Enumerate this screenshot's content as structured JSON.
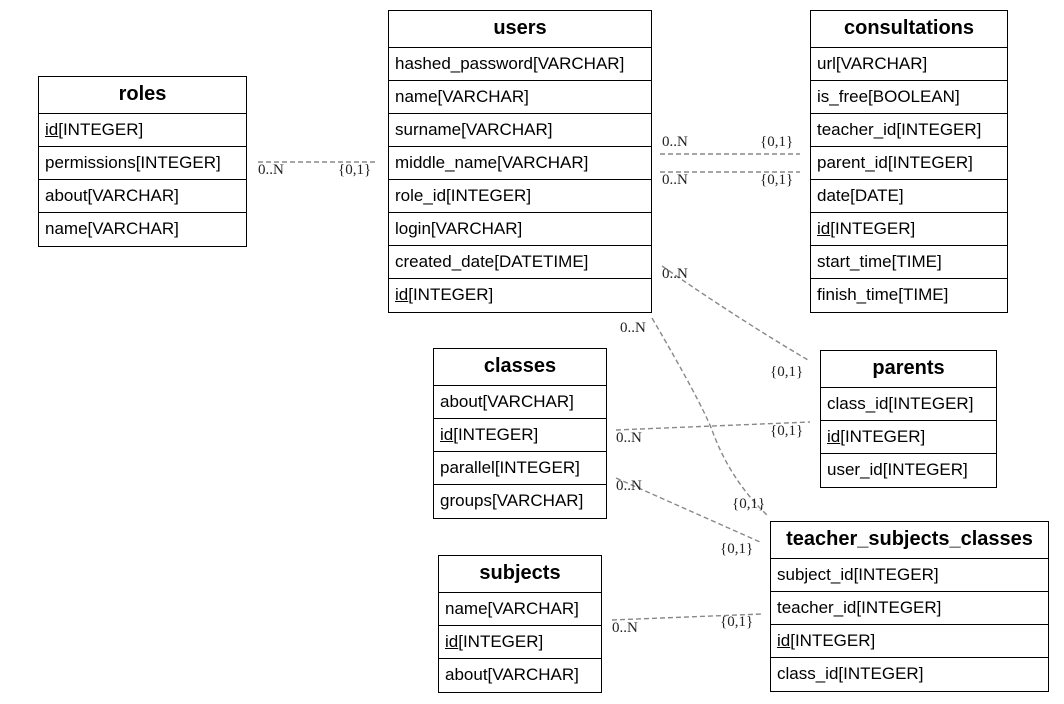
{
  "tables": {
    "roles": {
      "name": "roles",
      "fields": [
        {
          "name": "id",
          "type": "[INTEGER]",
          "pk": true
        },
        {
          "name": "permissions",
          "type": "[INTEGER]",
          "pk": false
        },
        {
          "name": "about",
          "type": "[VARCHAR]",
          "pk": false
        },
        {
          "name": "name",
          "type": "[VARCHAR]",
          "pk": false
        }
      ]
    },
    "users": {
      "name": "users",
      "fields": [
        {
          "name": "hashed_password",
          "type": "[VARCHAR]",
          "pk": false
        },
        {
          "name": "name",
          "type": "[VARCHAR]",
          "pk": false
        },
        {
          "name": "surname",
          "type": "[VARCHAR]",
          "pk": false
        },
        {
          "name": "middle_name",
          "type": "[VARCHAR]",
          "pk": false
        },
        {
          "name": "role_id",
          "type": "[INTEGER]",
          "pk": false
        },
        {
          "name": "login",
          "type": "[VARCHAR]",
          "pk": false
        },
        {
          "name": "created_date",
          "type": "[DATETIME]",
          "pk": false
        },
        {
          "name": "id",
          "type": "[INTEGER]",
          "pk": true
        }
      ]
    },
    "consultations": {
      "name": "consultations",
      "fields": [
        {
          "name": "url",
          "type": "[VARCHAR]",
          "pk": false
        },
        {
          "name": "is_free",
          "type": "[BOOLEAN]",
          "pk": false
        },
        {
          "name": "teacher_id",
          "type": "[INTEGER]",
          "pk": false
        },
        {
          "name": "parent_id",
          "type": "[INTEGER]",
          "pk": false
        },
        {
          "name": "date",
          "type": "[DATE]",
          "pk": false
        },
        {
          "name": "id",
          "type": "[INTEGER]",
          "pk": true
        },
        {
          "name": "start_time",
          "type": "[TIME]",
          "pk": false
        },
        {
          "name": "finish_time",
          "type": "[TIME]",
          "pk": false
        }
      ]
    },
    "classes": {
      "name": "classes",
      "fields": [
        {
          "name": "about",
          "type": "[VARCHAR]",
          "pk": false
        },
        {
          "name": "id",
          "type": "[INTEGER]",
          "pk": true
        },
        {
          "name": "parallel",
          "type": "[INTEGER]",
          "pk": false
        },
        {
          "name": "groups",
          "type": "[VARCHAR]",
          "pk": false
        }
      ]
    },
    "parents": {
      "name": "parents",
      "fields": [
        {
          "name": "class_id",
          "type": "[INTEGER]",
          "pk": false
        },
        {
          "name": "id",
          "type": "[INTEGER]",
          "pk": true
        },
        {
          "name": "user_id",
          "type": "[INTEGER]",
          "pk": false
        }
      ]
    },
    "subjects": {
      "name": "subjects",
      "fields": [
        {
          "name": "name",
          "type": "[VARCHAR]",
          "pk": false
        },
        {
          "name": "id",
          "type": "[INTEGER]",
          "pk": true
        },
        {
          "name": "about",
          "type": "[VARCHAR]",
          "pk": false
        }
      ]
    },
    "teacher_subjects_classes": {
      "name": "teacher_subjects_classes",
      "fields": [
        {
          "name": "subject_id",
          "type": "[INTEGER]",
          "pk": false
        },
        {
          "name": "teacher_id",
          "type": "[INTEGER]",
          "pk": false
        },
        {
          "name": "id",
          "type": "[INTEGER]",
          "pk": true
        },
        {
          "name": "class_id",
          "type": "[INTEGER]",
          "pk": false
        }
      ]
    }
  },
  "relations": [
    {
      "from": "roles",
      "to": "users",
      "many": "0..N",
      "one": "{0,1}"
    },
    {
      "from": "users",
      "to": "consultations",
      "many": "0..N",
      "one": "{0,1}"
    },
    {
      "from": "users",
      "to": "consultations",
      "many": "0..N",
      "one": "{0,1}"
    },
    {
      "from": "users",
      "to": "parents",
      "many": "0..N",
      "one": "{0,1}"
    },
    {
      "from": "users",
      "to": "teacher_subjects_classes",
      "many": "0..N",
      "one": "{0,1}"
    },
    {
      "from": "classes",
      "to": "parents",
      "many": "0..N",
      "one": "{0,1}"
    },
    {
      "from": "classes",
      "to": "teacher_subjects_classes",
      "many": "0..N",
      "one": "{0,1}"
    },
    {
      "from": "subjects",
      "to": "teacher_subjects_classes",
      "many": "0..N",
      "one": "{0,1}"
    }
  ],
  "colors": {
    "line": "#888888",
    "border": "#000000",
    "text": "#000000"
  }
}
